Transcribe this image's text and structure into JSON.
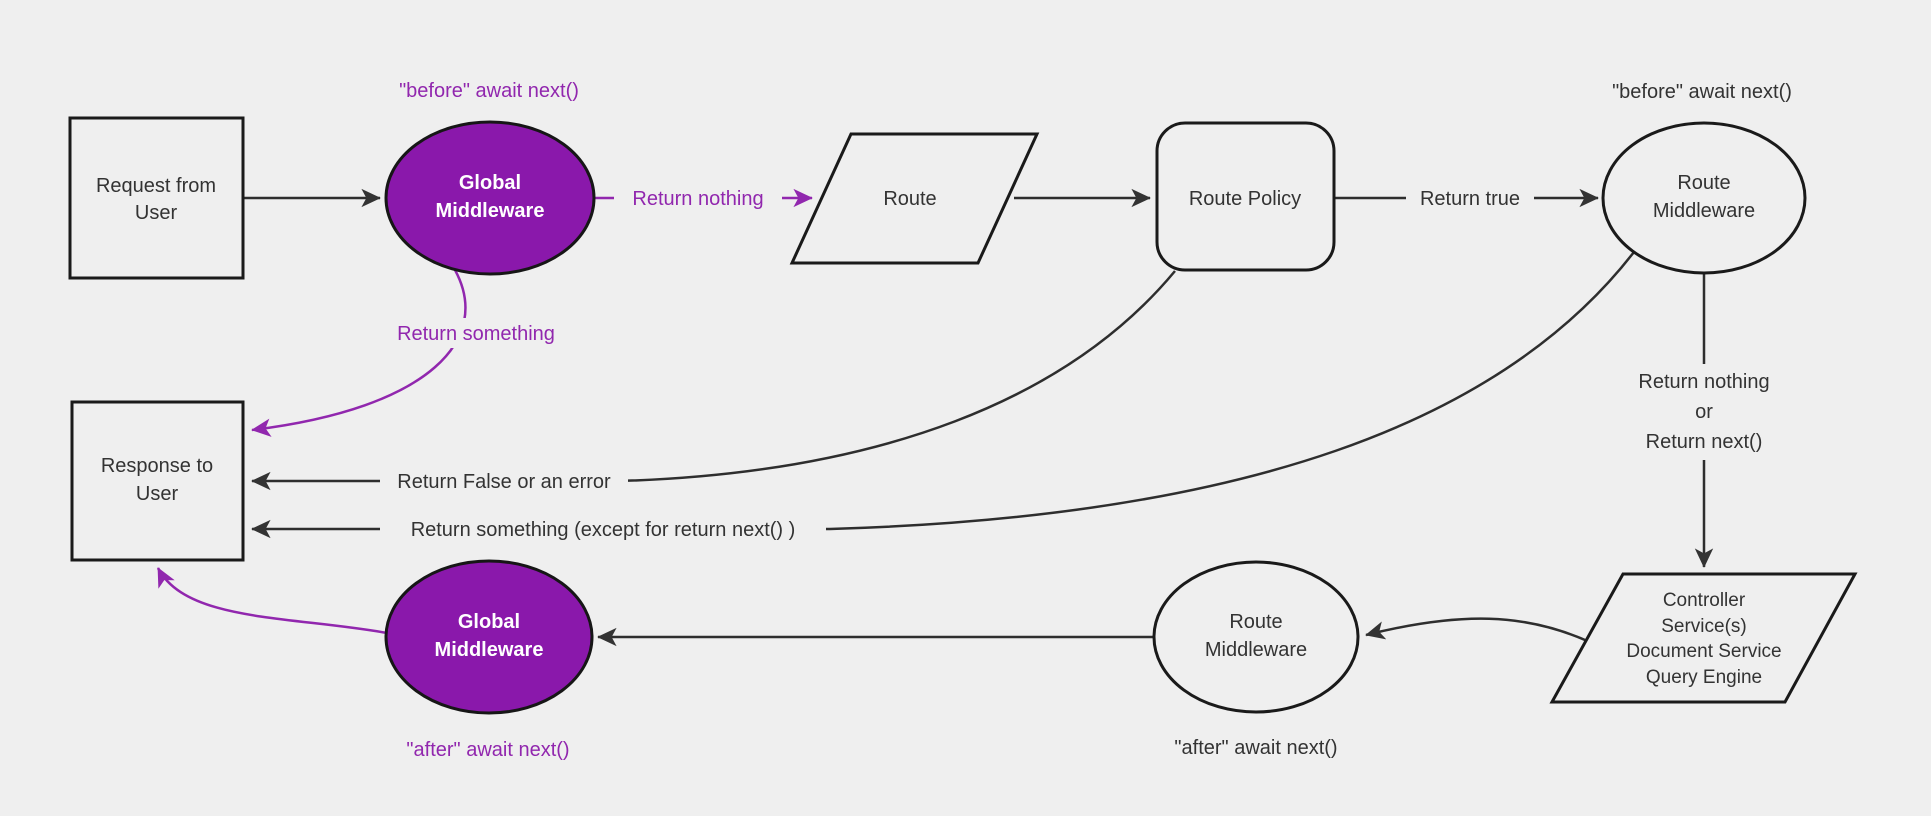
{
  "diagram": {
    "type": "flowchart",
    "background": "#efefef",
    "colors": {
      "purple_node_fill": "#8a18ab",
      "purple_accent": "#9127ae",
      "node_border": "#1a1a1a",
      "edge_line": "#2e2e2e",
      "text": "#333333",
      "light_text": "#ffffff",
      "node_fill": "#efefef"
    },
    "nodes": {
      "request_from_user": {
        "shape": "rectangle",
        "lines": [
          "Request from",
          "User"
        ]
      },
      "global_middleware_top": {
        "shape": "ellipse",
        "lines": [
          "Global",
          "Middleware"
        ]
      },
      "route": {
        "shape": "parallelogram",
        "lines": [
          "Route"
        ]
      },
      "route_policy": {
        "shape": "rounded-rectangle",
        "lines": [
          "Route Policy"
        ]
      },
      "route_middleware_top": {
        "shape": "ellipse",
        "lines": [
          "Route",
          "Middleware"
        ]
      },
      "controller_services": {
        "shape": "parallelogram",
        "lines": [
          "Controller",
          "Service(s)",
          "Document Service",
          "Query Engine"
        ]
      },
      "route_middleware_bottom": {
        "shape": "ellipse",
        "lines": [
          "Route",
          "Middleware"
        ]
      },
      "global_middleware_bottom": {
        "shape": "ellipse",
        "lines": [
          "Global",
          "Middleware"
        ]
      },
      "response_to_user": {
        "shape": "rectangle",
        "lines": [
          "Response to",
          "User"
        ]
      }
    },
    "edge_labels": {
      "before_await_top_left": "\"before\" await next()",
      "return_nothing": "Return nothing",
      "return_true": "Return true",
      "before_await_top_right": "\"before\" await next()",
      "return_nothing_or": [
        "Return nothing",
        "or",
        "Return next()"
      ],
      "after_await_bottom_right": "\"after\" await next()",
      "after_await_bottom_left": "\"after\" await next()",
      "return_something": "Return something",
      "return_false_or_error": "Return False or an error",
      "return_something_except": "Return something (except for return next() )"
    }
  }
}
